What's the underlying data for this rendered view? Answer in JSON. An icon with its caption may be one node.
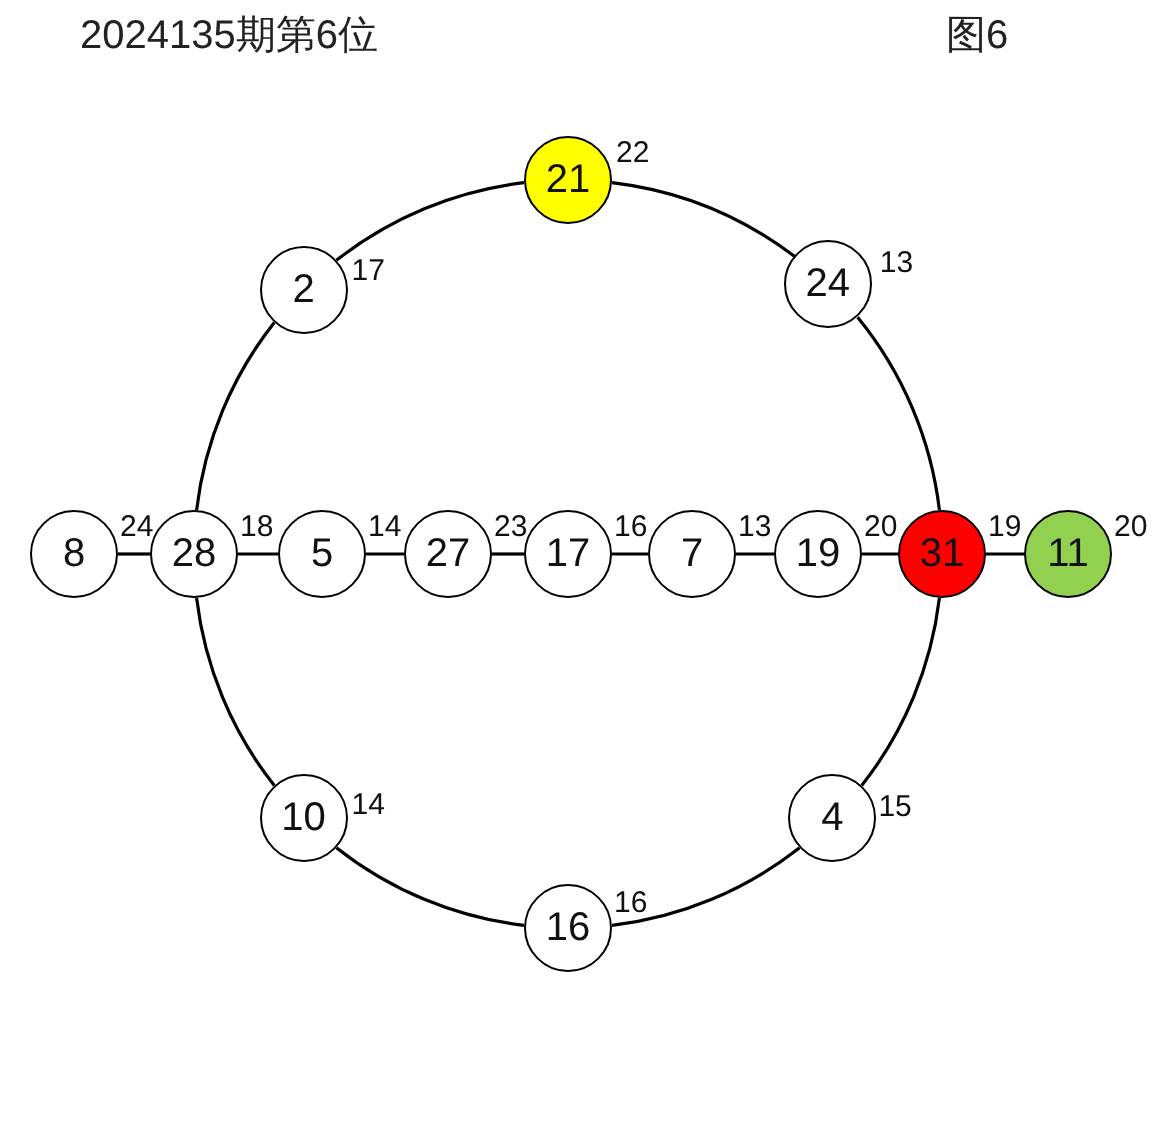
{
  "diagram": {
    "title": "2024135期第6位",
    "nodes": [
      {
        "text": [
          "21"
        ],
        "beside": [
          "22"
        ]
      },
      {
        "text": [
          "2"
        ],
        "beside": [
          "17"
        ]
      },
      {
        "text": [
          "24"
        ],
        "beside": [
          "13"
        ]
      },
      {
        "text": [
          "8"
        ],
        "beside": [
          "24"
        ]
      },
      {
        "text": [
          "28"
        ],
        "beside": [
          "18"
        ]
      },
      {
        "text": [
          "5"
        ],
        "beside": [
          "14"
        ]
      },
      {
        "text": [
          "27"
        ],
        "beside": [
          "23"
        ]
      },
      {
        "text": [
          "17"
        ],
        "beside": [
          "16"
        ]
      },
      {
        "text": [
          "7"
        ],
        "beside": [
          "13"
        ]
      },
      {
        "text": [
          "19"
        ],
        "beside": [
          "20"
        ]
      },
      {
        "text": [
          "31"
        ],
        "beside": [
          "19"
        ]
      },
      {
        "text": [
          "11"
        ],
        "beside": [
          "20"
        ]
      },
      {
        "text": [
          "10"
        ],
        "beside": [
          "14"
        ]
      },
      {
        "text": [
          "4"
        ],
        "beside": [
          "15"
        ]
      },
      {
        "text": [
          "16"
        ],
        "beside": [
          "16"
        ]
      }
    ],
    "edges": [
      {
        "from": 0,
        "to": 2,
        "arrow": "none"
      },
      {
        "from": 2,
        "to": 10,
        "arrow": "none"
      },
      {
        "from": 10,
        "to": 13,
        "arrow": "none"
      },
      {
        "from": 13,
        "to": 14,
        "arrow": "none"
      },
      {
        "from": 14,
        "to": 12,
        "arrow": "none"
      },
      {
        "from": 12,
        "to": 4,
        "arrow": "none"
      },
      {
        "from": 4,
        "to": 1,
        "arrow": "none"
      },
      {
        "from": 1,
        "to": 0,
        "arrow": "none"
      },
      {
        "from": 3,
        "to": 4,
        "arrow": "none"
      },
      {
        "from": 4,
        "to": 5,
        "arrow": "none"
      },
      {
        "from": 5,
        "to": 6,
        "arrow": "none"
      },
      {
        "from": 6,
        "to": 7,
        "arrow": "none"
      },
      {
        "from": 7,
        "to": 8,
        "arrow": "none"
      },
      {
        "from": 8,
        "to": 9,
        "arrow": "none"
      },
      {
        "from": 9,
        "to": 10,
        "arrow": "none"
      },
      {
        "from": 10,
        "to": 11,
        "arrow": "none"
      }
    ],
    "labels": [
      "图6"
    ]
  }
}
